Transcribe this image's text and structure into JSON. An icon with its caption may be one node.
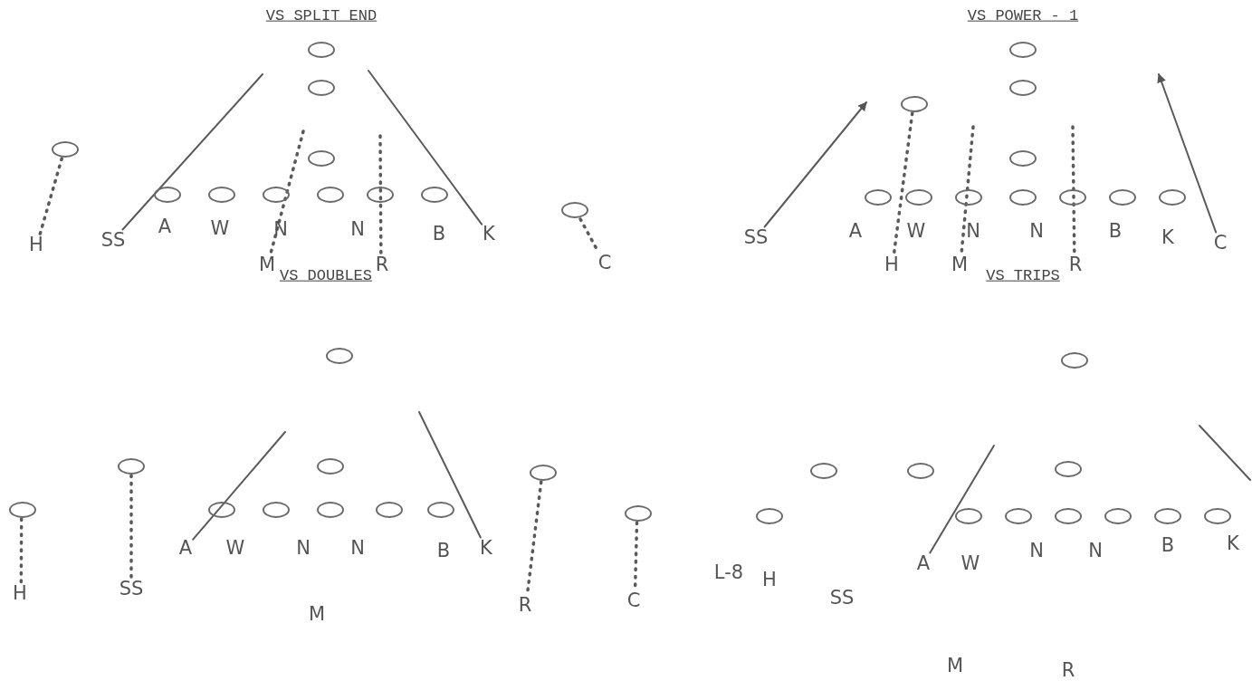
{
  "diagram": {
    "nodes": [
      {
        "text": [],
        "shape": "circle"
      },
      {
        "text": [],
        "shape": "circle"
      },
      {
        "text": [],
        "shape": "circle"
      },
      {
        "text": [],
        "shape": "circle"
      },
      {
        "text": [],
        "shape": "circle"
      },
      {
        "text": [],
        "shape": "circle"
      },
      {
        "text": [],
        "shape": "circle"
      },
      {
        "text": [],
        "shape": "circle"
      },
      {
        "text": [],
        "shape": "circle"
      },
      {
        "text": [],
        "shape": "circle"
      },
      {
        "text": [],
        "shape": "circle"
      },
      {
        "text": [
          "H"
        ]
      },
      {
        "text": [
          "SS"
        ]
      },
      {
        "text": [
          "K"
        ]
      },
      {
        "text": [
          "M"
        ]
      },
      {
        "text": [
          "R"
        ]
      },
      {
        "text": [
          "C"
        ]
      },
      {
        "text": [],
        "shape": "circle"
      },
      {
        "text": [],
        "shape": "circle"
      },
      {
        "text": [],
        "shape": "circle"
      },
      {
        "text": [],
        "shape": "circle"
      },
      {
        "text": [],
        "shape": "circle"
      },
      {
        "text": [],
        "shape": "circle"
      },
      {
        "text": [],
        "shape": "circle"
      },
      {
        "text": [],
        "shape": "circle"
      },
      {
        "text": [],
        "shape": "circle"
      },
      {
        "text": [],
        "shape": "circle"
      },
      {
        "text": [],
        "shape": "circle"
      },
      {
        "text": [
          "SS"
        ]
      },
      {
        "text": [
          "C"
        ]
      },
      {
        "text": [
          "H"
        ]
      },
      {
        "text": [
          "M"
        ]
      },
      {
        "text": [
          "R"
        ]
      },
      {
        "text": [],
        "shape": "circle"
      },
      {
        "text": [],
        "shape": "circle"
      },
      {
        "text": [],
        "shape": "circle"
      },
      {
        "text": [],
        "shape": "circle"
      },
      {
        "text": [],
        "shape": "circle"
      },
      {
        "text": [],
        "shape": "circle"
      },
      {
        "text": [],
        "shape": "circle"
      },
      {
        "text": [],
        "shape": "circle"
      },
      {
        "text": [],
        "shape": "circle"
      },
      {
        "text": [],
        "shape": "circle"
      },
      {
        "text": [],
        "shape": "circle"
      },
      {
        "text": [
          "H"
        ]
      },
      {
        "text": [
          "SS"
        ]
      },
      {
        "text": [
          "A"
        ]
      },
      {
        "text": [
          "K"
        ]
      },
      {
        "text": [
          "R"
        ]
      },
      {
        "text": [
          "C"
        ]
      },
      {
        "text": [],
        "shape": "circle"
      },
      {
        "text": [],
        "shape": "circle"
      },
      {
        "text": [],
        "shape": "circle"
      },
      {
        "text": [],
        "shape": "circle"
      },
      {
        "text": [],
        "shape": "circle"
      },
      {
        "text": [],
        "shape": "circle"
      },
      {
        "text": [],
        "shape": "circle"
      },
      {
        "text": [],
        "shape": "circle"
      },
      {
        "text": [],
        "shape": "circle"
      },
      {
        "text": [],
        "shape": "circle"
      },
      {
        "text": [],
        "shape": "circle"
      },
      {
        "text": [
          "H"
        ]
      },
      {
        "text": [
          "SS"
        ]
      },
      {
        "text": [
          "A"
        ]
      }
    ],
    "edges": [
      {
        "from": 2,
        "to": 11,
        "arrow": "none",
        "style": "dashed"
      },
      {
        "from": 12,
        "to": null,
        "arrow": "none"
      },
      {
        "from": 13,
        "to": null,
        "arrow": "none"
      },
      {
        "from": null,
        "to": 14,
        "arrow": "none",
        "style": "dashed"
      },
      {
        "from": null,
        "to": 15,
        "arrow": "none",
        "style": "dashed"
      },
      {
        "from": 10,
        "to": 16,
        "arrow": "none",
        "style": "dashed"
      },
      {
        "from": 28,
        "to": null,
        "arrow": "to"
      },
      {
        "from": 29,
        "to": null,
        "arrow": "to"
      },
      {
        "from": 19,
        "to": 30,
        "arrow": "none",
        "style": "dashed"
      },
      {
        "from": null,
        "to": 31,
        "arrow": "none",
        "style": "dashed"
      },
      {
        "from": null,
        "to": 32,
        "arrow": "none",
        "style": "dashed"
      },
      {
        "from": 34,
        "to": 44,
        "arrow": "none",
        "style": "dashed"
      },
      {
        "from": 35,
        "to": 45,
        "arrow": "none",
        "style": "dashed"
      },
      {
        "from": 46,
        "to": null,
        "arrow": "none"
      },
      {
        "from": 47,
        "to": null,
        "arrow": "none"
      },
      {
        "from": 42,
        "to": 48,
        "arrow": "none",
        "style": "dashed"
      },
      {
        "from": 43,
        "to": 49,
        "arrow": "none",
        "style": "dashed"
      },
      {
        "from": 63,
        "to": null,
        "arrow": "none"
      }
    ],
    "labels": [
      "VS SPLIT END",
      "VS POWER - 1",
      "A",
      "W",
      "N",
      "N",
      "B",
      "A",
      "W",
      "N",
      "N",
      "B",
      "K",
      "VS DOUBLES",
      "VS TRIPS",
      "W",
      "N",
      "N",
      "B",
      "M",
      "L-8",
      "W",
      "N",
      "N",
      "B",
      "K",
      "M",
      "R"
    ]
  }
}
